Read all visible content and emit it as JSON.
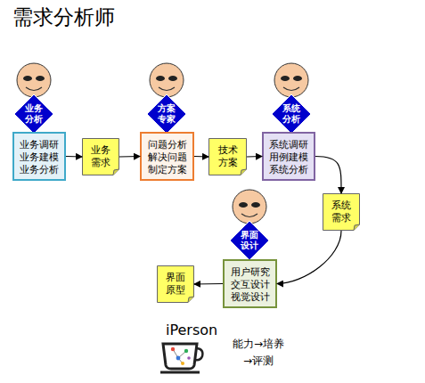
{
  "diagram": {
    "title": "需求分析师",
    "nodes": [
      {
        "text": [
          "业务分析"
        ]
      },
      {
        "text": [
          "业务调研 业务建模 业务分析"
        ]
      },
      {
        "text": [
          "业务需求"
        ]
      },
      {
        "text": [
          "方案专家"
        ]
      },
      {
        "text": [
          "问题分析 解决问题 制定方案"
        ]
      },
      {
        "text": [
          "技术方案"
        ]
      },
      {
        "text": [
          "系统分析"
        ]
      },
      {
        "text": [
          "系统调研 用例建模 系统分析"
        ]
      },
      {
        "text": [
          "系统需求"
        ]
      },
      {
        "text": [
          "界面设计"
        ]
      },
      {
        "text": [
          "用户研究 交互设计 视觉设计"
        ]
      },
      {
        "text": [
          "界面原型"
        ]
      }
    ],
    "edges": [
      {
        "from": 1,
        "to": 2,
        "arrow": "to"
      },
      {
        "from": 2,
        "to": 4,
        "arrow": "to"
      },
      {
        "from": 4,
        "to": 5,
        "arrow": "to"
      },
      {
        "from": 5,
        "to": 7,
        "arrow": "to"
      },
      {
        "from": 7,
        "to": 8,
        "arrow": "to"
      },
      {
        "from": 8,
        "to": 10,
        "arrow": "to"
      },
      {
        "from": 10,
        "to": 11,
        "arrow": "to"
      }
    ],
    "labels": [
      "iPerson",
      "能力→培养",
      "→评测"
    ]
  }
}
